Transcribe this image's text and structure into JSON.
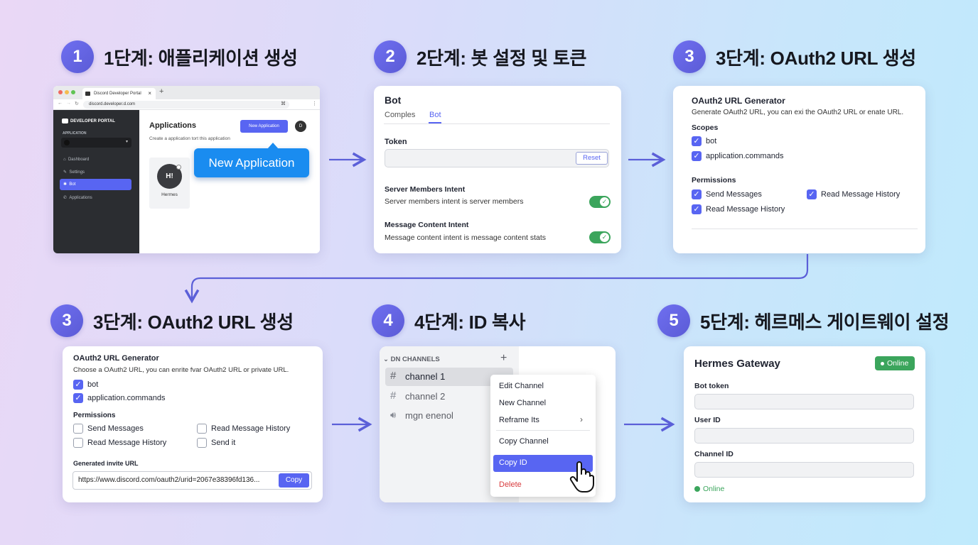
{
  "steps": {
    "s1": {
      "num": "1",
      "title": "1단계: 애플리케이션 생성"
    },
    "s2": {
      "num": "2",
      "title": "2단계: 봇 설정 및 토큰"
    },
    "s3": {
      "num": "3",
      "title": "3단계: OAuth2 URL 생성"
    },
    "s3b": {
      "num": "3",
      "title": "3단계: OAuth2 URL 생성"
    },
    "s4": {
      "num": "4",
      "title": "4단계: ID 복사"
    },
    "s5": {
      "num": "5",
      "title": "5단계: 헤르메스 게이트웨이 설정"
    }
  },
  "browser": {
    "tab_title": "Discord Developer Portal",
    "url": "discord.developer.d.com",
    "portal_label": "DEVELOPER PORTAL",
    "app_section": "APPLICATION",
    "nav": [
      "Dashboard",
      "Settings",
      "Bot",
      "Applications"
    ],
    "page_title": "Applications",
    "page_sub": "Create a application tort this application",
    "new_app_btn": "New Application",
    "callout": "New Application",
    "avatar_letter": "D",
    "app_tile_icon": "H!",
    "app_tile_name": "Hermes"
  },
  "bot": {
    "title": "Bot",
    "tabs": [
      "Comples",
      "Bot"
    ],
    "token_label": "Token",
    "reset_btn": "Reset",
    "smi_title": "Server Members Intent",
    "smi_desc": "Server members intent is server members",
    "mci_title": "Message Content Intent",
    "mci_desc": "Message content intent is message content stats"
  },
  "oauth_a": {
    "title": "OAuth2 URL Generator",
    "desc": "Generate OAuth2 URL, you can exi the OAuth2 URL or enate URL.",
    "scopes_label": "Scopes",
    "scopes": [
      "bot",
      "application.commands"
    ],
    "perm_label": "Permissions",
    "perms": [
      "Send Messages",
      "Read Message History",
      "Read Message History"
    ]
  },
  "oauth_b": {
    "title": "OAuth2 URL Generator",
    "desc": "Choose a OAuth2 URL, you can enrite fvar OAuth2 URL or private URL.",
    "scopes": [
      "bot",
      "application.commands"
    ],
    "perm_label": "Permissions",
    "perms": [
      "Send Messages",
      "Read Message History",
      "Read Message History",
      "Send it"
    ],
    "url_label": "Generated invite URL",
    "url_value": "https://www.discord.com/oauth2/urid=2067e38396fd136...",
    "copy_btn": "Copy"
  },
  "channels": {
    "header": "DN CHANNELS",
    "add": "+",
    "items": [
      "channel 1",
      "channel 2",
      "mgn enenol"
    ],
    "menu": [
      "Edit Channel",
      "New Channel",
      "Reframe Its",
      "Copy Channel",
      "Copy ID",
      "Delete"
    ]
  },
  "gateway": {
    "title": "Hermes Gateway",
    "status_badge": "Online",
    "fields": [
      "Bot token",
      "User ID",
      "Channel ID"
    ],
    "footer_status": "Online"
  },
  "colors": {
    "accent": "#5865f2",
    "online": "#3ba55c",
    "delete": "#d83c3e",
    "callout": "#1a8cf0"
  }
}
